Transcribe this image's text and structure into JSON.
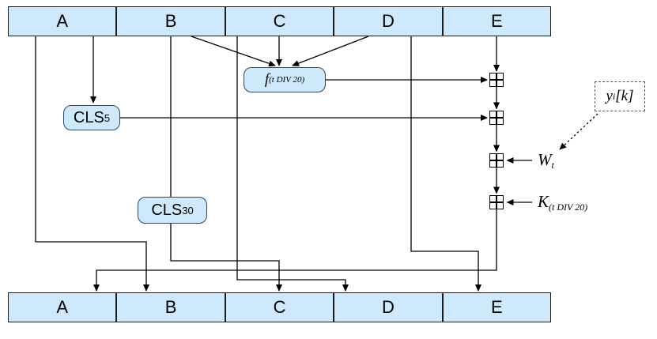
{
  "diagram": {
    "type": "block-diagram",
    "subject": "hash-function-round-step"
  },
  "colors": {
    "register_fill": "#cde9fb",
    "register_border": "#1a1a1a",
    "node_fill": "#cde9fb",
    "node_border": "#2a4a66",
    "wire": "#000000",
    "background": "#ffffff"
  },
  "top_registers": [
    {
      "label": "A"
    },
    {
      "label": "B"
    },
    {
      "label": "C"
    },
    {
      "label": "D"
    },
    {
      "label": "E"
    }
  ],
  "bottom_registers": [
    {
      "label": "A"
    },
    {
      "label": "B"
    },
    {
      "label": "C"
    },
    {
      "label": "D"
    },
    {
      "label": "E"
    }
  ],
  "nodes": {
    "f": {
      "base": "f",
      "sub": "(t DIV 20)"
    },
    "cls5": {
      "base": "CLS",
      "sub": "5"
    },
    "cls30": {
      "base": "CLS",
      "sub": "30"
    }
  },
  "adders": {
    "icon": "boxed-plus",
    "count": 4
  },
  "labels": {
    "wt": {
      "base": "W",
      "sub": "t"
    },
    "k": {
      "base": "K",
      "sub": "(t DIV 20)"
    },
    "y": {
      "base": "y",
      "sub": "i",
      "rest": "[k]"
    }
  }
}
